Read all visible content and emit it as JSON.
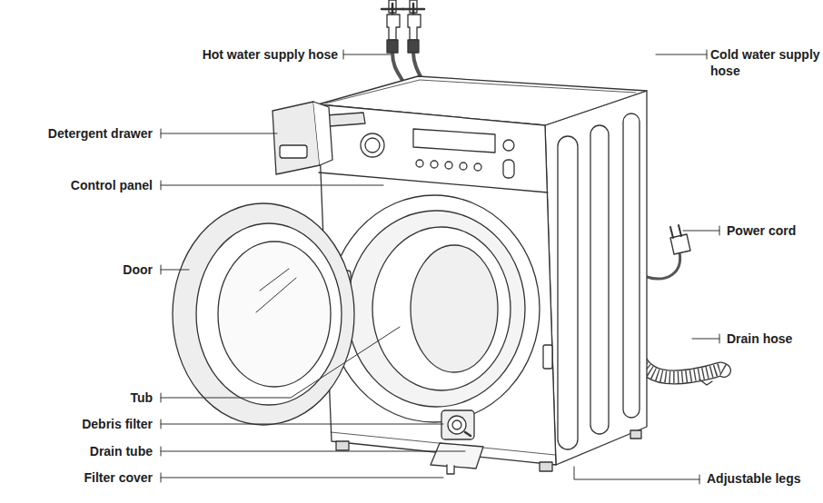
{
  "diagram": {
    "labels": [
      "Hot water supply hose",
      "Cold water supply hose",
      "Detergent drawer",
      "Control panel",
      "Power cord",
      "Door",
      "Drain hose",
      "Tub",
      "Debris filter",
      "Drain tube",
      "Filter cover",
      "Adjustable legs"
    ]
  }
}
